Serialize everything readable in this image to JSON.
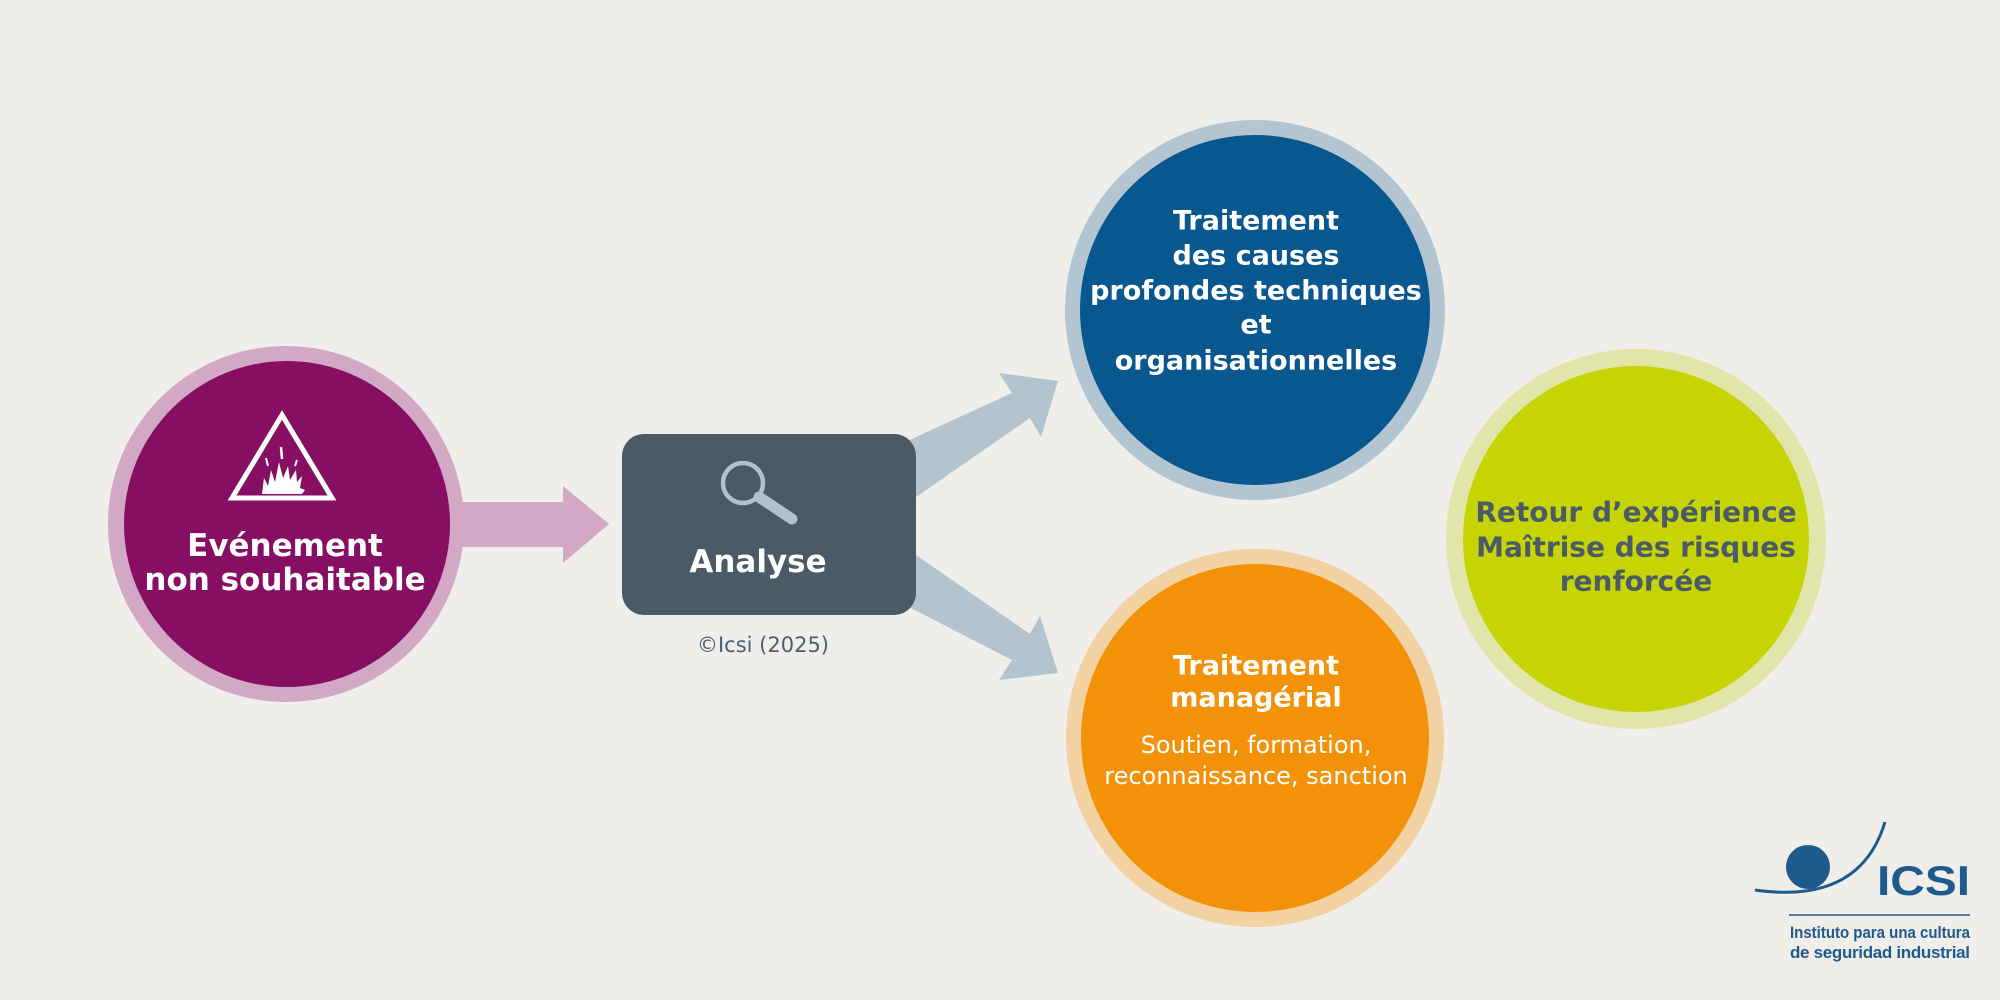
{
  "nodes": {
    "event": {
      "lines": [
        "Evénement",
        "non souhaitable"
      ],
      "icon": "warning-explosion-icon",
      "fill": "#870f63",
      "ring": "#d2a8c4",
      "text_color": "#ffffff"
    },
    "analysis": {
      "label": "Analyse",
      "icon": "magnifier-icon",
      "fill": "#4a5a66",
      "icon_color": "#afc2cd",
      "text_color": "#ffffff"
    },
    "technical": {
      "lines": [
        "Traitement",
        "des causes",
        "profondes techniques",
        "et",
        "organisationnelles"
      ],
      "fill": "#08578e",
      "ring": "#b3c5d0",
      "text_color": "#ffffff"
    },
    "managerial": {
      "title_lines": [
        "Traitement",
        "managérial"
      ],
      "detail_lines": [
        "Soutien, formation,",
        "reconnaissance, sanction"
      ],
      "fill": "#f39208",
      "ring": "#f2d2a2",
      "text_color": "#ffffff"
    },
    "feedback": {
      "lines": [
        "Retour d’expérience",
        "Maîtrise des risques",
        "renforcée"
      ],
      "fill": "#c6d404",
      "ring": "#e2e5a9",
      "text_color": "#4a5a66"
    }
  },
  "arrows": {
    "event_to_analysis": {
      "from": "event",
      "to": "analysis",
      "color": "#d2a8c4"
    },
    "analysis_to_technical": {
      "from": "analysis",
      "to": "technical",
      "color": "#b3c4ce"
    },
    "analysis_to_managerial": {
      "from": "analysis",
      "to": "managerial",
      "color": "#b3c4ce"
    }
  },
  "copyright": "©Icsi (2025)",
  "copyright_color": "#4d5f6e",
  "logo": {
    "acronym": "ICSI",
    "line1": "Instituto para una cultura",
    "line2": "de seguridad industrial",
    "color": "#1e5a8c"
  }
}
